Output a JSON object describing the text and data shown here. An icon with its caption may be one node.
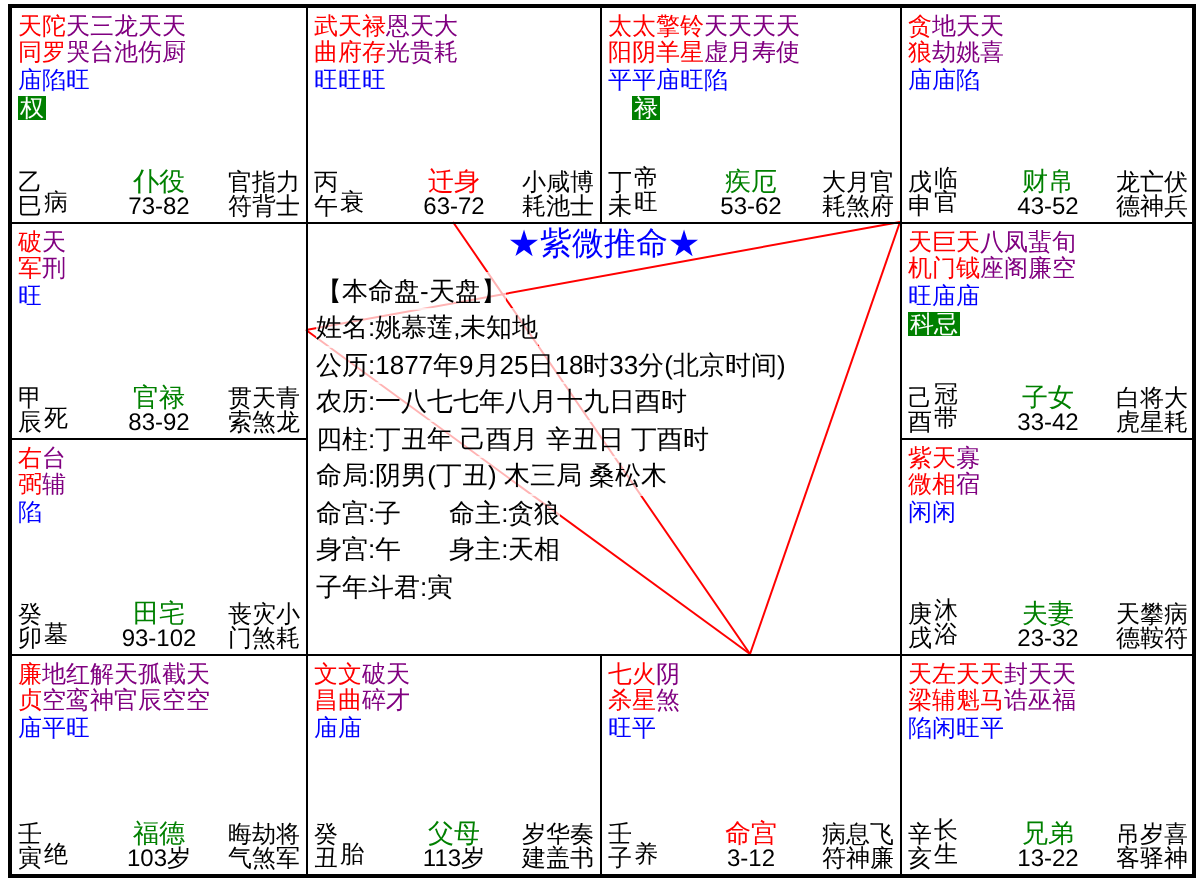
{
  "diagram": {
    "title": "★紫微推命★",
    "nodes": [
      {
        "text": [
          "天同",
          "陀罗",
          "天哭",
          "三台",
          "龙池",
          "天伤",
          "天厨",
          "庙陷旺",
          "权",
          "乙巳",
          "病",
          "仆役",
          "73-82",
          "官符",
          "指背",
          "力士"
        ]
      },
      {
        "text": [
          "武曲",
          "天府",
          "禄存",
          "恩光",
          "天贵",
          "大耗",
          "旺旺旺",
          "丙午",
          "衰",
          "迁身",
          "63-72",
          "小耗",
          "咸池",
          "博士"
        ]
      },
      {
        "text": [
          "太阳",
          "太阴",
          "擎羊",
          "铃星",
          "天虚",
          "天月",
          "天寿",
          "天使",
          "平平庙旺陷",
          "禄",
          "丁未",
          "帝旺",
          "疾厄",
          "53-62",
          "大耗",
          "月煞",
          "官府"
        ]
      },
      {
        "text": [
          "贪狼",
          "地劫",
          "天姚",
          "天喜",
          "庙庙陷",
          "戊申",
          "临官",
          "财帛",
          "43-52",
          "龙德",
          "亡神",
          "伏兵"
        ]
      },
      {
        "text": [
          "破军",
          "天刑",
          "旺",
          "甲辰",
          "死",
          "官禄",
          "83-92",
          "贯索",
          "天煞",
          "青龙"
        ]
      },
      {
        "text": [
          "天机",
          "巨门",
          "天钺",
          "八座",
          "凤阁",
          "蜚廉",
          "旬空",
          "旺庙庙",
          "科忌",
          "己酉",
          "冠带",
          "子女",
          "33-42",
          "白虎",
          "将星",
          "大耗"
        ]
      },
      {
        "text": [
          "右弼",
          "台辅",
          "陷",
          "癸卯",
          "墓",
          "田宅",
          "93-102",
          "丧门",
          "灾煞",
          "小耗"
        ]
      },
      {
        "text": [
          "紫微",
          "天相",
          "寡宿",
          "闲闲",
          "庚戌",
          "沐浴",
          "夫妻",
          "23-32",
          "天德",
          "攀鞍",
          "病符"
        ]
      },
      {
        "text": [
          "廉贞",
          "地空",
          "红鸾",
          "解神",
          "天官",
          "孤辰",
          "截空",
          "天空",
          "庙平旺",
          "壬寅",
          "绝",
          "福德",
          "103岁",
          "晦气",
          "劫煞",
          "将军"
        ]
      },
      {
        "text": [
          "文昌",
          "文曲",
          "破碎",
          "天才",
          "庙庙",
          "癸丑",
          "胎",
          "父母",
          "113岁",
          "岁建",
          "华盖",
          "奏书"
        ]
      },
      {
        "text": [
          "七杀",
          "火星",
          "阴煞",
          "旺平",
          "壬子",
          "养",
          "命宫",
          "3-12",
          "病符",
          "息神",
          "飞廉"
        ]
      },
      {
        "text": [
          "天梁",
          "左辅",
          "天魁",
          "天马",
          "封诰",
          "天巫",
          "天福",
          "陷闲旺平",
          "辛亥",
          "长生",
          "兄弟",
          "13-22",
          "吊客",
          "岁驿",
          "喜神"
        ]
      }
    ],
    "edges": [
      {
        "from": 10,
        "to": 1,
        "arrow": "none",
        "color": "#ff0000"
      },
      {
        "from": 10,
        "to": 4,
        "arrow": "none",
        "color": "#ff0000"
      },
      {
        "from": 10,
        "to": 3,
        "arrow": "none",
        "color": "#ff0000"
      },
      {
        "from": 4,
        "to": 3,
        "arrow": "none",
        "color": "#ff0000"
      }
    ],
    "labels": [
      "【本命盘-天盘】",
      "姓名:姚慕莲,未知地",
      "公历:1877年9月25日18时33分(北京时间)",
      "农历:一八七七年八月十九日酉时",
      "四柱:丁丑年 己酉月 辛丑日 丁酉时",
      "命局:阴男(丁丑) 木三局 桑松木",
      "命宫:子",
      "命主:贪狼",
      "身宫:午",
      "身主:天相",
      "子年斗君:寅"
    ]
  }
}
